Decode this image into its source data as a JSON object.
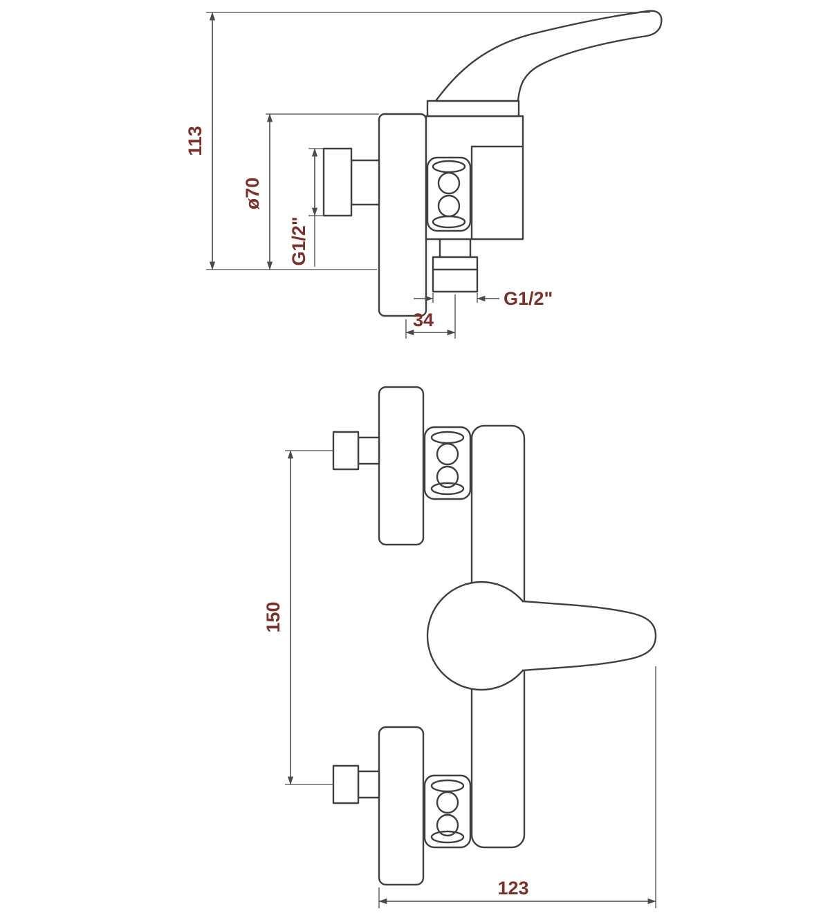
{
  "drawing": {
    "type": "technical-dimension-drawing",
    "subject": "wall-mounted single-lever shower mixer, side view and front view",
    "side_view": {
      "dim_overall_height": "113",
      "dim_plate_diameter": "ø70",
      "dim_inlet_thread": "G1/2\"",
      "dim_outlet_thread": "G1/2\"",
      "dim_outlet_offset": "34"
    },
    "front_view": {
      "dim_inlet_spacing": "150",
      "dim_overall_width": "123"
    },
    "colors": {
      "line": "#3f3f3f",
      "dimension_line": "#4a4a4a",
      "dimension_text": "#7c3029",
      "background": "#ffffff"
    }
  }
}
